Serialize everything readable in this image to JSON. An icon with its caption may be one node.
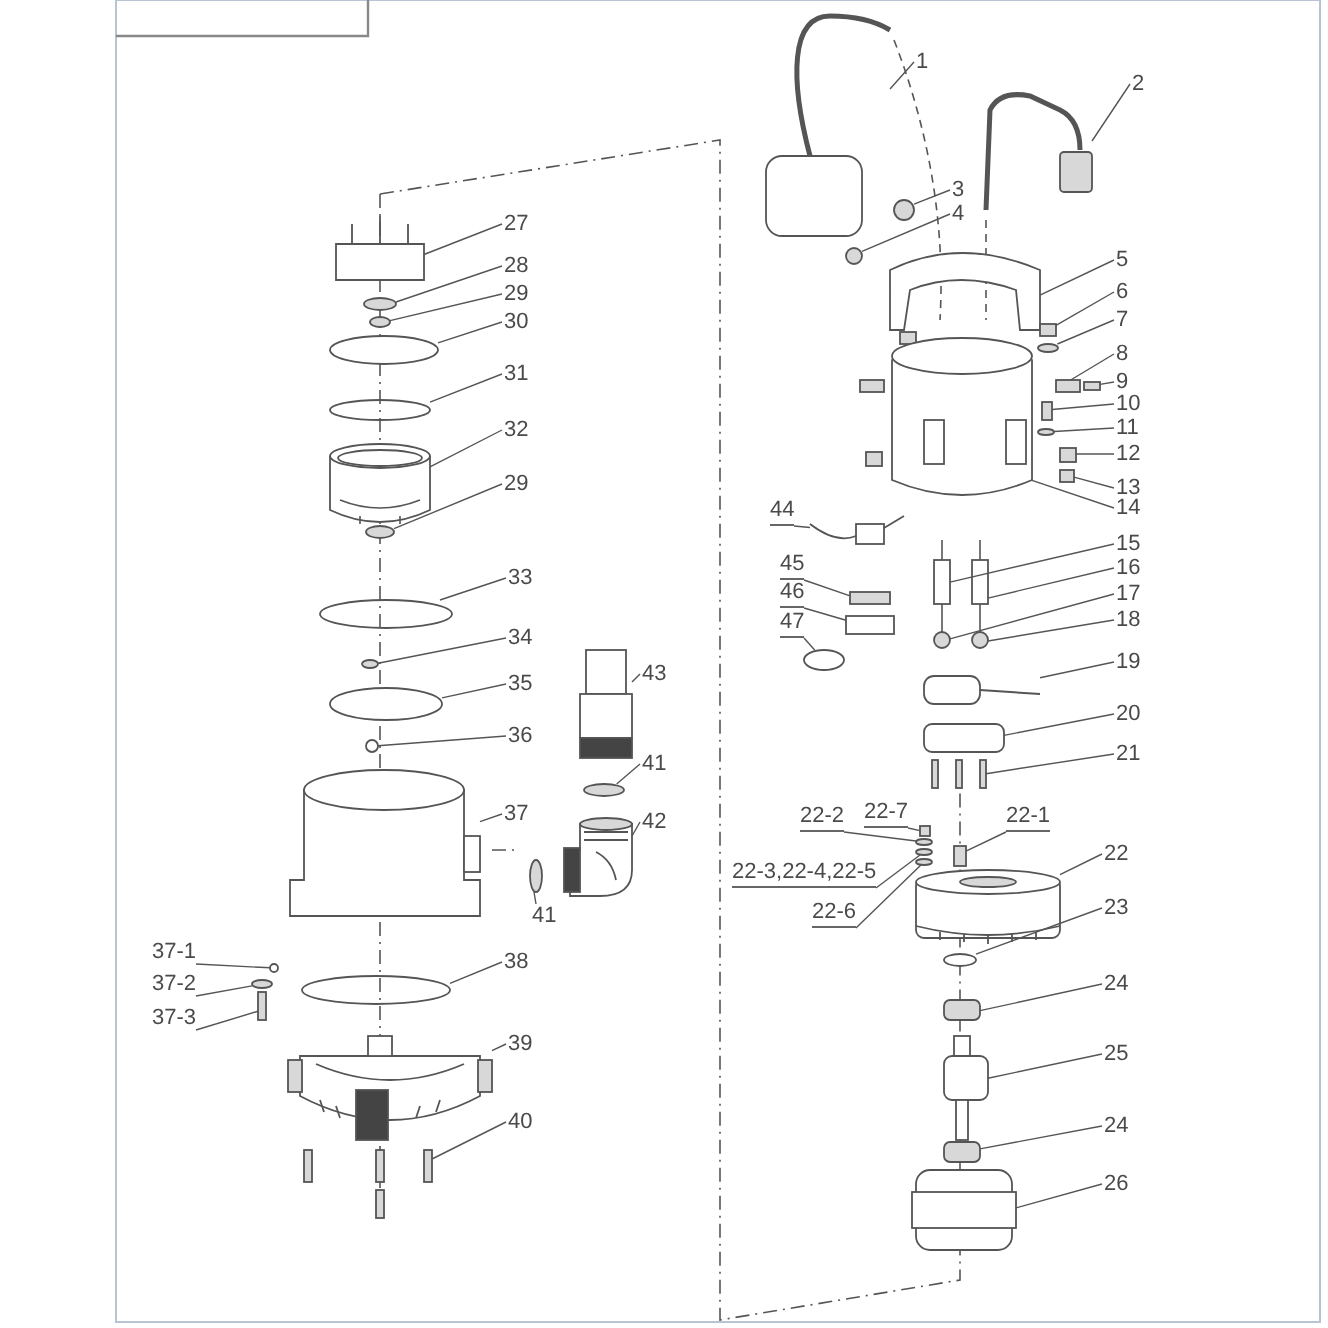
{
  "diagram": {
    "nodes": [
      {
        "text": [
          "1"
        ]
      },
      {
        "text": [
          "2"
        ]
      },
      {
        "text": [
          "3"
        ]
      },
      {
        "text": [
          "4"
        ]
      },
      {
        "text": [
          "5"
        ]
      },
      {
        "text": [
          "6"
        ]
      },
      {
        "text": [
          "7"
        ]
      },
      {
        "text": [
          "8"
        ]
      },
      {
        "text": [
          "9"
        ]
      },
      {
        "text": [
          "10"
        ]
      },
      {
        "text": [
          "11"
        ]
      },
      {
        "text": [
          "12"
        ]
      },
      {
        "text": [
          "13"
        ]
      },
      {
        "text": [
          "14"
        ]
      },
      {
        "text": [
          "15"
        ]
      },
      {
        "text": [
          "16"
        ]
      },
      {
        "text": [
          "17"
        ]
      },
      {
        "text": [
          "18"
        ]
      },
      {
        "text": [
          "19"
        ]
      },
      {
        "text": [
          "20"
        ]
      },
      {
        "text": [
          "21"
        ]
      },
      {
        "text": [
          "22-7"
        ]
      },
      {
        "text": [
          "22-2"
        ]
      },
      {
        "text": [
          "22-1"
        ]
      },
      {
        "text": [
          "22-3,22-4,22-5"
        ]
      },
      {
        "text": [
          "22"
        ]
      },
      {
        "text": [
          "22-6"
        ]
      },
      {
        "text": [
          "23"
        ]
      },
      {
        "text": [
          "24"
        ]
      },
      {
        "text": [
          "25"
        ]
      },
      {
        "text": [
          "24"
        ]
      },
      {
        "text": [
          "26"
        ]
      },
      {
        "text": [
          "27"
        ]
      },
      {
        "text": [
          "28"
        ]
      },
      {
        "text": [
          "29"
        ]
      },
      {
        "text": [
          "30"
        ]
      },
      {
        "text": [
          "31"
        ]
      },
      {
        "text": [
          "32"
        ]
      },
      {
        "text": [
          "29"
        ]
      },
      {
        "text": [
          "33"
        ]
      },
      {
        "text": [
          "34"
        ]
      },
      {
        "text": [
          "35"
        ]
      },
      {
        "text": [
          "36"
        ]
      },
      {
        "text": [
          "37"
        ]
      },
      {
        "text": [
          "38"
        ]
      },
      {
        "text": [
          "39"
        ]
      },
      {
        "text": [
          "40"
        ]
      },
      {
        "text": [
          "37-1"
        ]
      },
      {
        "text": [
          "37-2"
        ]
      },
      {
        "text": [
          "37-3"
        ]
      },
      {
        "text": [
          "43"
        ]
      },
      {
        "text": [
          "41"
        ]
      },
      {
        "text": [
          "42"
        ]
      },
      {
        "text": [
          "41"
        ]
      },
      {
        "text": [
          "44"
        ]
      },
      {
        "text": [
          "45"
        ]
      },
      {
        "text": [
          "46"
        ]
      },
      {
        "text": [
          "47"
        ]
      },
      {
        "text": [],
        "shape": "picture"
      },
      {
        "text": [],
        "shape": "picture"
      },
      {
        "text": [],
        "shape": "circle"
      },
      {
        "text": [],
        "shape": "circle"
      },
      {
        "text": [],
        "shape": "picture"
      },
      {
        "text": [],
        "shape": "box"
      },
      {
        "text": [],
        "shape": "ellipse"
      },
      {
        "text": [],
        "shape": "box"
      },
      {
        "text": [],
        "shape": "box"
      },
      {
        "text": [],
        "shape": "bar"
      },
      {
        "text": [],
        "shape": "ellipse"
      },
      {
        "text": [],
        "shape": "box"
      },
      {
        "text": [],
        "shape": "box"
      },
      {
        "text": [],
        "shape": "picture"
      },
      {
        "text": [],
        "shape": "picture"
      },
      {
        "text": [],
        "shape": "picture"
      },
      {
        "text": [],
        "shape": "circle"
      },
      {
        "text": [],
        "shape": "circle"
      },
      {
        "text": [],
        "shape": "picture"
      },
      {
        "text": [],
        "shape": "box"
      },
      {
        "text": [],
        "shape": "bar"
      },
      {
        "text": [],
        "shape": "box"
      },
      {
        "text": [],
        "shape": "ellipse"
      },
      {
        "text": [],
        "shape": "box"
      },
      {
        "text": [],
        "shape": "ellipse"
      },
      {
        "text": [],
        "shape": "picture"
      },
      {
        "text": [],
        "shape": "ellipse"
      },
      {
        "text": [],
        "shape": "ellipse"
      },
      {
        "text": [],
        "shape": "box"
      },
      {
        "text": [],
        "shape": "picture"
      },
      {
        "text": [],
        "shape": "box"
      },
      {
        "text": [],
        "shape": "picture"
      },
      {
        "text": [],
        "shape": "picture"
      },
      {
        "text": [],
        "shape": "ellipse"
      },
      {
        "text": [],
        "shape": "ellipse"
      },
      {
        "text": [],
        "shape": "ellipse"
      },
      {
        "text": [],
        "shape": "ellipse"
      },
      {
        "text": [],
        "shape": "picture"
      },
      {
        "text": [],
        "shape": "ellipse"
      },
      {
        "text": [],
        "shape": "ellipse"
      },
      {
        "text": [],
        "shape": "ellipse"
      },
      {
        "text": [],
        "shape": "ellipse"
      },
      {
        "text": [],
        "shape": "circle"
      },
      {
        "text": [],
        "shape": "picture"
      },
      {
        "text": [],
        "shape": "ellipse"
      },
      {
        "text": [],
        "shape": "picture"
      },
      {
        "text": [],
        "shape": "bar"
      },
      {
        "text": [],
        "shape": "circle"
      },
      {
        "text": [],
        "shape": "ellipse"
      },
      {
        "text": [],
        "shape": "bar"
      },
      {
        "text": [],
        "shape": "picture"
      },
      {
        "text": [],
        "shape": "ellipse"
      },
      {
        "text": [],
        "shape": "picture"
      },
      {
        "text": [],
        "shape": "ellipse"
      },
      {
        "text": [],
        "shape": "picture"
      },
      {
        "text": [],
        "shape": "box"
      },
      {
        "text": [],
        "shape": "box"
      },
      {
        "text": [],
        "shape": "ellipse"
      }
    ],
    "edges": [
      {
        "from": 0,
        "to": 58,
        "arrow": "none"
      },
      {
        "from": 1,
        "to": 59,
        "arrow": "none"
      },
      {
        "from": 2,
        "to": 60,
        "arrow": "none"
      },
      {
        "from": 3,
        "to": 61,
        "arrow": "none"
      },
      {
        "from": 4,
        "to": 62,
        "arrow": "none"
      },
      {
        "from": 5,
        "to": 63,
        "arrow": "none"
      },
      {
        "from": 6,
        "to": 64,
        "arrow": "none"
      },
      {
        "from": 7,
        "to": 65,
        "arrow": "none"
      },
      {
        "from": 8,
        "to": 66,
        "arrow": "none"
      },
      {
        "from": 9,
        "to": 67,
        "arrow": "none"
      },
      {
        "from": 10,
        "to": 68,
        "arrow": "none"
      },
      {
        "from": 11,
        "to": 69,
        "arrow": "none"
      },
      {
        "from": 12,
        "to": 70,
        "arrow": "none"
      },
      {
        "from": 13,
        "to": 71,
        "arrow": "none"
      },
      {
        "from": 14,
        "to": 72,
        "arrow": "none"
      },
      {
        "from": 15,
        "to": 73,
        "arrow": "none"
      },
      {
        "from": 16,
        "to": 74,
        "arrow": "none"
      },
      {
        "from": 17,
        "to": 75,
        "arrow": "none"
      },
      {
        "from": 18,
        "to": 76,
        "arrow": "none"
      },
      {
        "from": 19,
        "to": 77,
        "arrow": "none"
      },
      {
        "from": 20,
        "to": 78,
        "arrow": "none"
      },
      {
        "from": 21,
        "to": 79,
        "arrow": "none"
      },
      {
        "from": 22,
        "to": 80,
        "arrow": "none"
      },
      {
        "from": 23,
        "to": 81,
        "arrow": "none"
      },
      {
        "from": 24,
        "to": 82,
        "arrow": "none"
      },
      {
        "from": 25,
        "to": 83,
        "arrow": "none"
      },
      {
        "from": 26,
        "to": 84,
        "arrow": "none"
      },
      {
        "from": 27,
        "to": 85,
        "arrow": "none"
      },
      {
        "from": 28,
        "to": 86,
        "arrow": "none"
      },
      {
        "from": 29,
        "to": 87,
        "arrow": "none"
      },
      {
        "from": 30,
        "to": 88,
        "arrow": "none"
      },
      {
        "from": 31,
        "to": 89,
        "arrow": "none"
      },
      {
        "from": 32,
        "to": 90,
        "arrow": "none"
      },
      {
        "from": 33,
        "to": 91,
        "arrow": "none"
      },
      {
        "from": 34,
        "to": 92,
        "arrow": "none"
      },
      {
        "from": 35,
        "to": 93,
        "arrow": "none"
      },
      {
        "from": 36,
        "to": 94,
        "arrow": "none"
      },
      {
        "from": 37,
        "to": 95,
        "arrow": "none"
      },
      {
        "from": 38,
        "to": 96,
        "arrow": "none"
      },
      {
        "from": 39,
        "to": 97,
        "arrow": "none"
      },
      {
        "from": 40,
        "to": 98,
        "arrow": "none"
      },
      {
        "from": 41,
        "to": 99,
        "arrow": "none"
      },
      {
        "from": 42,
        "to": 100,
        "arrow": "none"
      },
      {
        "from": 43,
        "to": 101,
        "arrow": "none"
      },
      {
        "from": 44,
        "to": 102,
        "arrow": "none"
      },
      {
        "from": 45,
        "to": 103,
        "arrow": "none"
      },
      {
        "from": 46,
        "to": 104,
        "arrow": "none"
      },
      {
        "from": 47,
        "to": 105,
        "arrow": "none"
      },
      {
        "from": 48,
        "to": 106,
        "arrow": "none"
      },
      {
        "from": 49,
        "to": 107,
        "arrow": "none"
      },
      {
        "from": 50,
        "to": 108,
        "arrow": "none"
      },
      {
        "from": 51,
        "to": 109,
        "arrow": "none"
      },
      {
        "from": 52,
        "to": 110,
        "arrow": "none"
      },
      {
        "from": 53,
        "to": 111,
        "arrow": "none"
      },
      {
        "from": 54,
        "to": 112,
        "arrow": "none"
      },
      {
        "from": 55,
        "to": 113,
        "arrow": "none"
      },
      {
        "from": 56,
        "to": 114,
        "arrow": "none"
      },
      {
        "from": 57,
        "to": 115,
        "arrow": "none"
      }
    ]
  }
}
